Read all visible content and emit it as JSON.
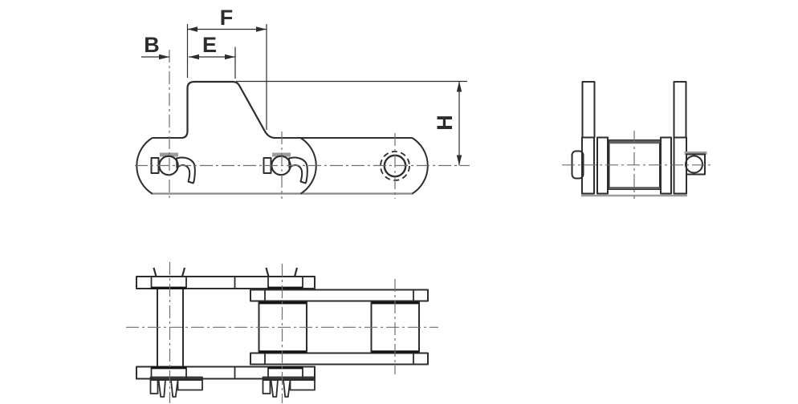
{
  "drawing": {
    "labels": {
      "F": "F",
      "B": "B",
      "E": "E",
      "H": "H"
    },
    "colors": {
      "outline": "#2d2d2d",
      "thick": "#141414",
      "centerline": "#6e6e6e",
      "dimension": "#2d2d2d",
      "shadow": "#9c9c9c",
      "roller_edge": "#5f5f5f",
      "background": "#ffffff"
    }
  }
}
